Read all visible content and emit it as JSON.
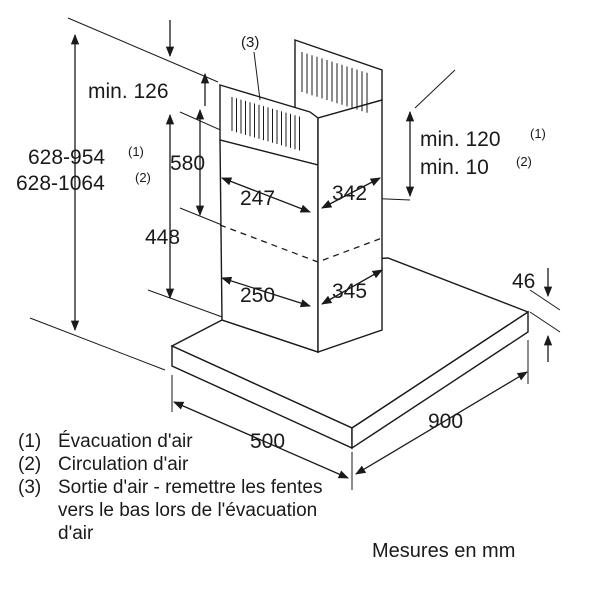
{
  "dimensions": {
    "min_126": "min. 126",
    "height_range_1": "628-954",
    "height_range_2": "628-1064",
    "ref_1": "(1)",
    "ref_2": "(2)",
    "ref_3": "(3)",
    "d580": "580",
    "d448": "448",
    "d247": "247",
    "d342": "342",
    "d250": "250",
    "d345": "345",
    "min_120": "min. 120",
    "min_10": "min. 10",
    "d46": "46",
    "d500": "500",
    "d900": "900"
  },
  "legend": [
    {
      "key": "(1)",
      "text": "Évacuation d'air"
    },
    {
      "key": "(2)",
      "text": "Circulation d'air"
    },
    {
      "key": "(3)",
      "text": "Sortie d'air - remettre les fentes vers le bas lors de l'évacuation d'air"
    }
  ],
  "units_note": "Mesures en mm"
}
